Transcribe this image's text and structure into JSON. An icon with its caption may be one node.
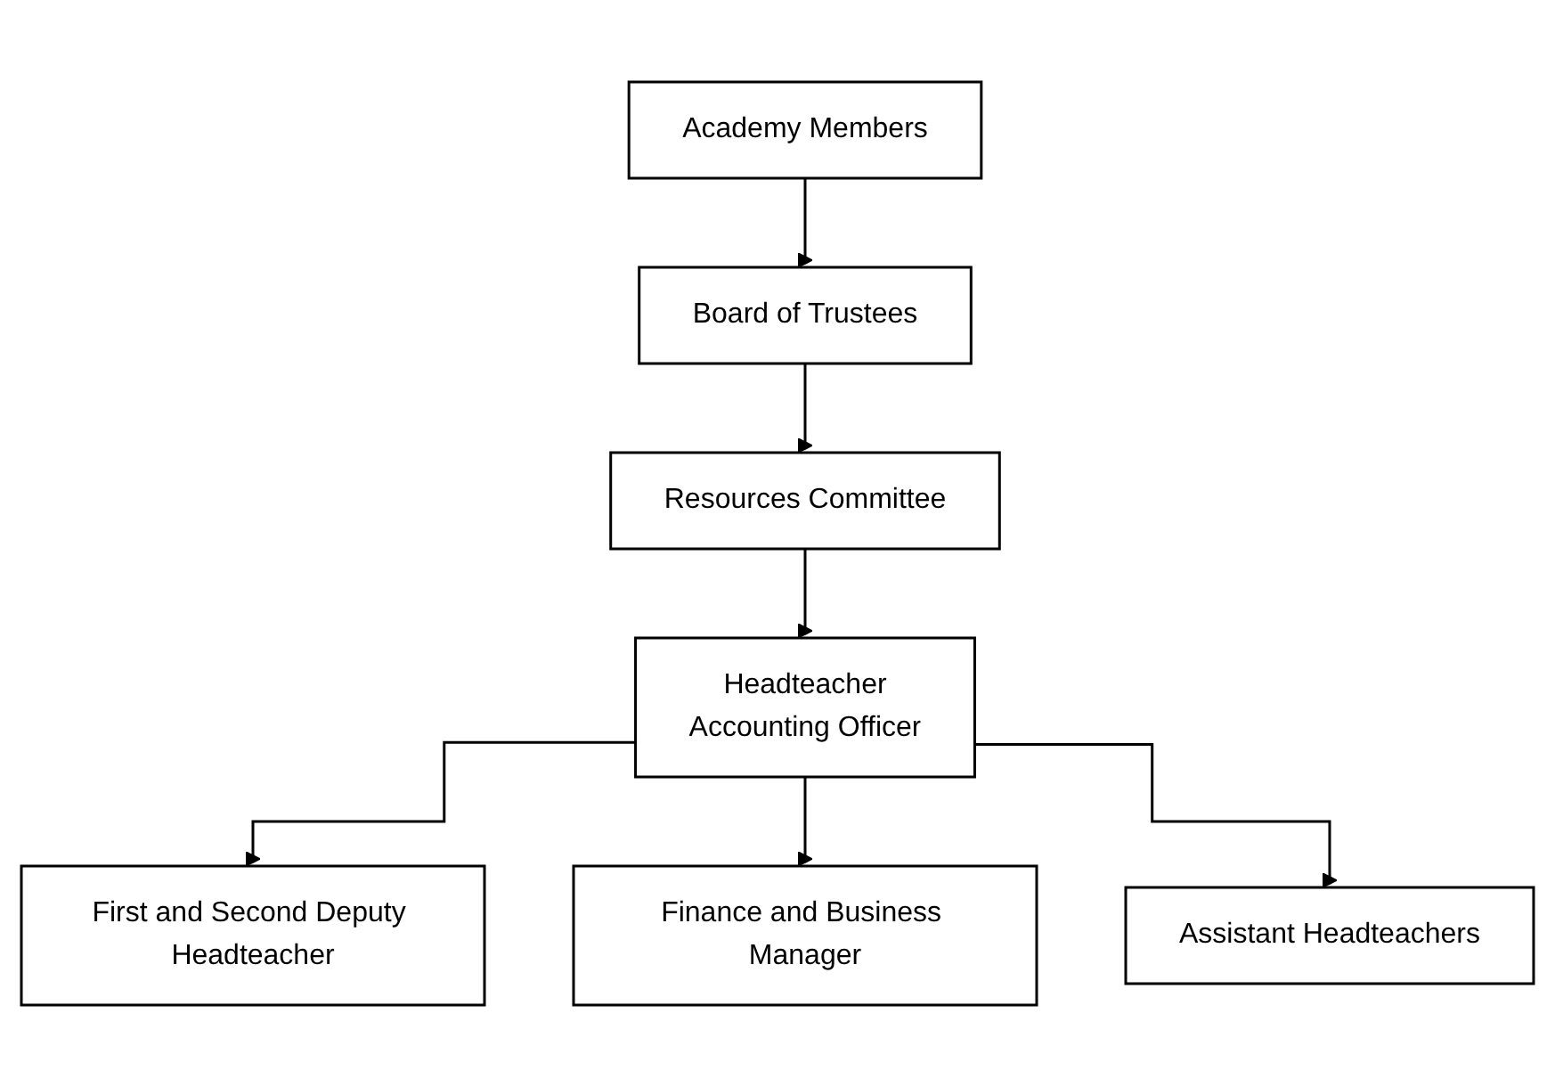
{
  "diagram": {
    "nodes": [
      {
        "text": [
          "Academy Members"
        ]
      },
      {
        "text": [
          "Board of Trustees"
        ]
      },
      {
        "text": [
          "Resources Committee"
        ]
      },
      {
        "text": [
          "Headteacher",
          "Accounting Officer"
        ]
      },
      {
        "text": [
          "First and Second Deputy Headteacher"
        ]
      },
      {
        "text": [
          "Finance and Business Manager"
        ]
      },
      {
        "text": [
          "Assistant Headteachers"
        ]
      }
    ],
    "edges": [
      {
        "from": 0,
        "to": 1,
        "arrow": "to"
      },
      {
        "from": 1,
        "to": 2,
        "arrow": "to"
      },
      {
        "from": 2,
        "to": 3,
        "arrow": "to"
      },
      {
        "from": 3,
        "to": 4,
        "arrow": "to"
      },
      {
        "from": 3,
        "to": 5,
        "arrow": "to"
      },
      {
        "from": 3,
        "to": 6,
        "arrow": "to"
      }
    ]
  }
}
